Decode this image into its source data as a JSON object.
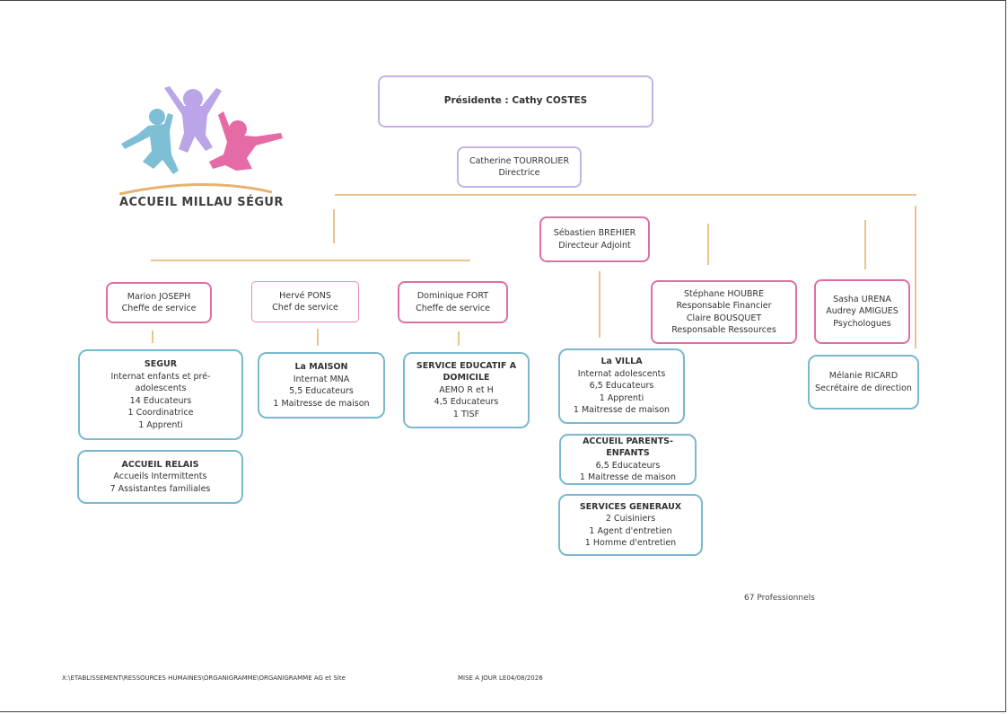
{
  "logo": {
    "text": "ACCUEIL MILLAU SÉGUR"
  },
  "president": {
    "label": "Présidente : Cathy COSTES"
  },
  "director": {
    "name": "Catherine TOURROLIER",
    "role": "Directrice"
  },
  "deputy": {
    "name": "Sébastien BREHIER",
    "role": "Directeur Adjoint"
  },
  "chiefs": [
    {
      "name": "Marion JOSEPH",
      "role": "Cheffe de service"
    },
    {
      "name": "Hervé PONS",
      "role": "Chef de service"
    },
    {
      "name": "Dominique FORT",
      "role": "Cheffe de service"
    }
  ],
  "finance": {
    "name1": "Stéphane HOUBRE",
    "role1": "Responsable Financier",
    "name2": "Claire BOUSQUET",
    "role2": "Responsable Ressources"
  },
  "psych": {
    "name1": "Sasha URENA",
    "name2": "Audrey AMIGUES",
    "role": "Psychologues"
  },
  "secretary": {
    "name": "Mélanie RICARD",
    "role": "Secrétaire de direction"
  },
  "units": {
    "segur": {
      "title": "SEGUR",
      "l1": "Internat enfants et pré-",
      "l2": "adolescents",
      "l3": "14 Educateurs",
      "l4": "1 Coordinatrice",
      "l5": "1 Apprenti"
    },
    "relais": {
      "title": "ACCUEIL RELAIS",
      "l1": "Accueils Intermittents",
      "l2": "7 Assistantes familiales"
    },
    "maison": {
      "title": "La MAISON",
      "l1": "Internat MNA",
      "l2": "5,5 Educateurs",
      "l3": "1 Maitresse de maison"
    },
    "sed": {
      "title1": "SERVICE EDUCATIF A",
      "title2": "DOMICILE",
      "l1": "AEMO  R et H",
      "l2": "4,5 Educateurs",
      "l3": "1 TISF"
    },
    "villa": {
      "title": "La VILLA",
      "l1": "Internat adolescents",
      "l2": "6,5 Educateurs",
      "l3": "1 Apprenti",
      "l4": "1 Maitresse de maison"
    },
    "ape": {
      "title": "ACCUEIL PARENTS-ENFANTS",
      "l1": "6,5 Educateurs",
      "l2": "1 Maitresse de maison"
    },
    "sg": {
      "title": "SERVICES GENERAUX",
      "l1": "2 Cuisiniers",
      "l2": "1 Agent d'entretien",
      "l3": "1 Homme d'entretien"
    }
  },
  "total": "67 Professionnels",
  "footer": {
    "path": "X:\\ETABLISSEMENT\\RESSOURCES HUMAINES\\ORGANIGRAMME\\ORGANIGRAMME AG et Site",
    "update": "MISE A JOUR LE04/08/2026"
  }
}
